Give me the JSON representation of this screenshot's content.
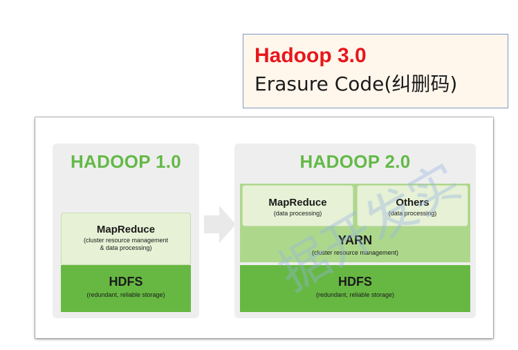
{
  "title_box": {
    "line1": "Hadoop 3.0",
    "line2": "Erasure Code(纠删码)"
  },
  "hadoop1": {
    "title": "HADOOP 1.0",
    "mapreduce": {
      "name": "MapReduce",
      "sub": "(cluster resource management\n& data processing)"
    },
    "hdfs": {
      "name": "HDFS",
      "sub": "(redundant, reliable storage)"
    }
  },
  "hadoop2": {
    "title": "HADOOP 2.0",
    "mapreduce": {
      "name": "MapReduce",
      "sub": "(data processing)"
    },
    "others": {
      "name": "Others",
      "sub": "(data processing)"
    },
    "yarn": {
      "name": "YARN",
      "sub": "(cluster resource management)"
    },
    "hdfs": {
      "name": "HDFS",
      "sub": "(redundant, reliable storage)"
    }
  },
  "watermark": "据开发实",
  "colors": {
    "title_red": "#e8161c",
    "title_green": "#63b947",
    "light_green": "#e6f1d5",
    "mid_green": "#add88c",
    "dark_green": "#67b843"
  }
}
